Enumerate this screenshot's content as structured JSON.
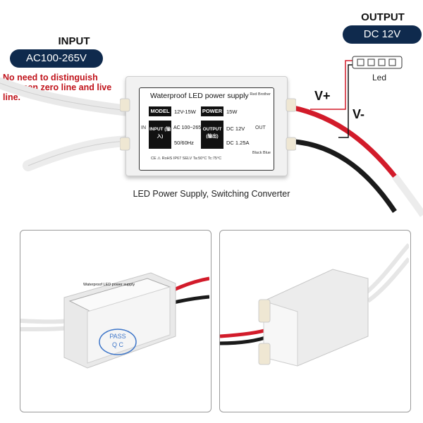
{
  "input": {
    "heading": "INPUT",
    "value": "AC100-265V"
  },
  "note": "No need to distinguish between zero line and live line.",
  "output": {
    "heading": "OUTPUT",
    "value": "DC 12V"
  },
  "led_label": "Led",
  "v_plus": "V+",
  "v_minus": "V-",
  "caption": "LED Power Supply, Switching Converter",
  "label_plate": {
    "title": "Waterproof LED power supply",
    "brand": "Red Brother",
    "model_label": "MODEL",
    "model_value": "12V-15W",
    "power_label": "POWER",
    "power_value": "15W",
    "input_label": "INPUT (输入)",
    "input_value": "AC 100~265V",
    "frequency": "50/60Hz",
    "output_label": "OUTPUT (输出)",
    "output_voltage": "DC 12V",
    "output_current": "DC 1.25A",
    "in_label": "IN",
    "out_label": "OUT",
    "wire_labels": "Black Blue",
    "bottom_marks": "CE  ⚠  RoHS  IP67  SELV   Ta:50°C  Tc:75°C"
  },
  "thumbnails": [
    {
      "title": "Waterproof LED power supply",
      "stamp_top": "PASS",
      "stamp_bottom": "Q C"
    },
    {
      "title": ""
    }
  ],
  "colors": {
    "navy": "#0f2a4d",
    "red_text": "#c0131b",
    "wire_red": "#d21b2a",
    "wire_black": "#1a1a1a",
    "qc_blue": "#3e76c9"
  }
}
